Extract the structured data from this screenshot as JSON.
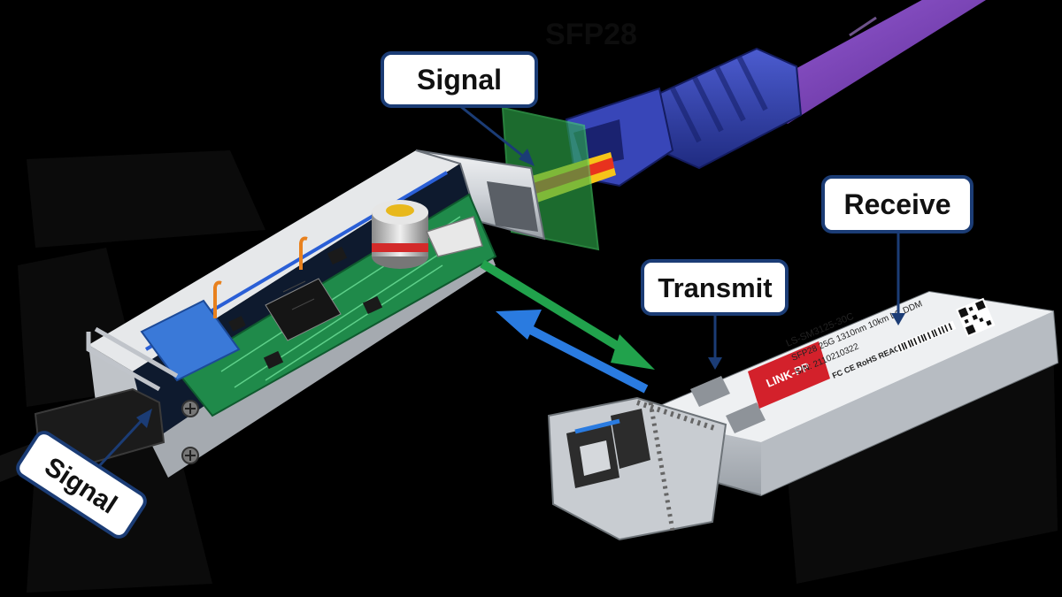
{
  "figure": {
    "faint_title": "SFP28",
    "callouts": {
      "signal_top": "Signal",
      "signal_bottom": "Signal",
      "transmit": "Transmit",
      "receive": "Receive"
    },
    "module_label": {
      "logo": "LINK-PP",
      "line1": "LS-SM3125-30C",
      "line2": "SFP28 25G 1310nm 10km LC DDM",
      "line3": "S/N: 2110210322",
      "line4": "FC CE RoHS REACH"
    }
  },
  "colors": {
    "background": "#000000",
    "cable_purple": "#7a3fb8",
    "connector_blue": "#2f3fa8",
    "pcb_green": "#1f8a4a",
    "signal_red": "#e8321e",
    "signal_yellow": "#f6c419",
    "arrow_green": "#21a24c",
    "arrow_blue": "#2a7be0",
    "callout_border": "#1b3c75",
    "module_label_red": "#d3212b"
  },
  "icons": [
    "bidirectional-arrow-icon",
    "screw-icon",
    "qr-code-icon",
    "barcode-icon"
  ]
}
